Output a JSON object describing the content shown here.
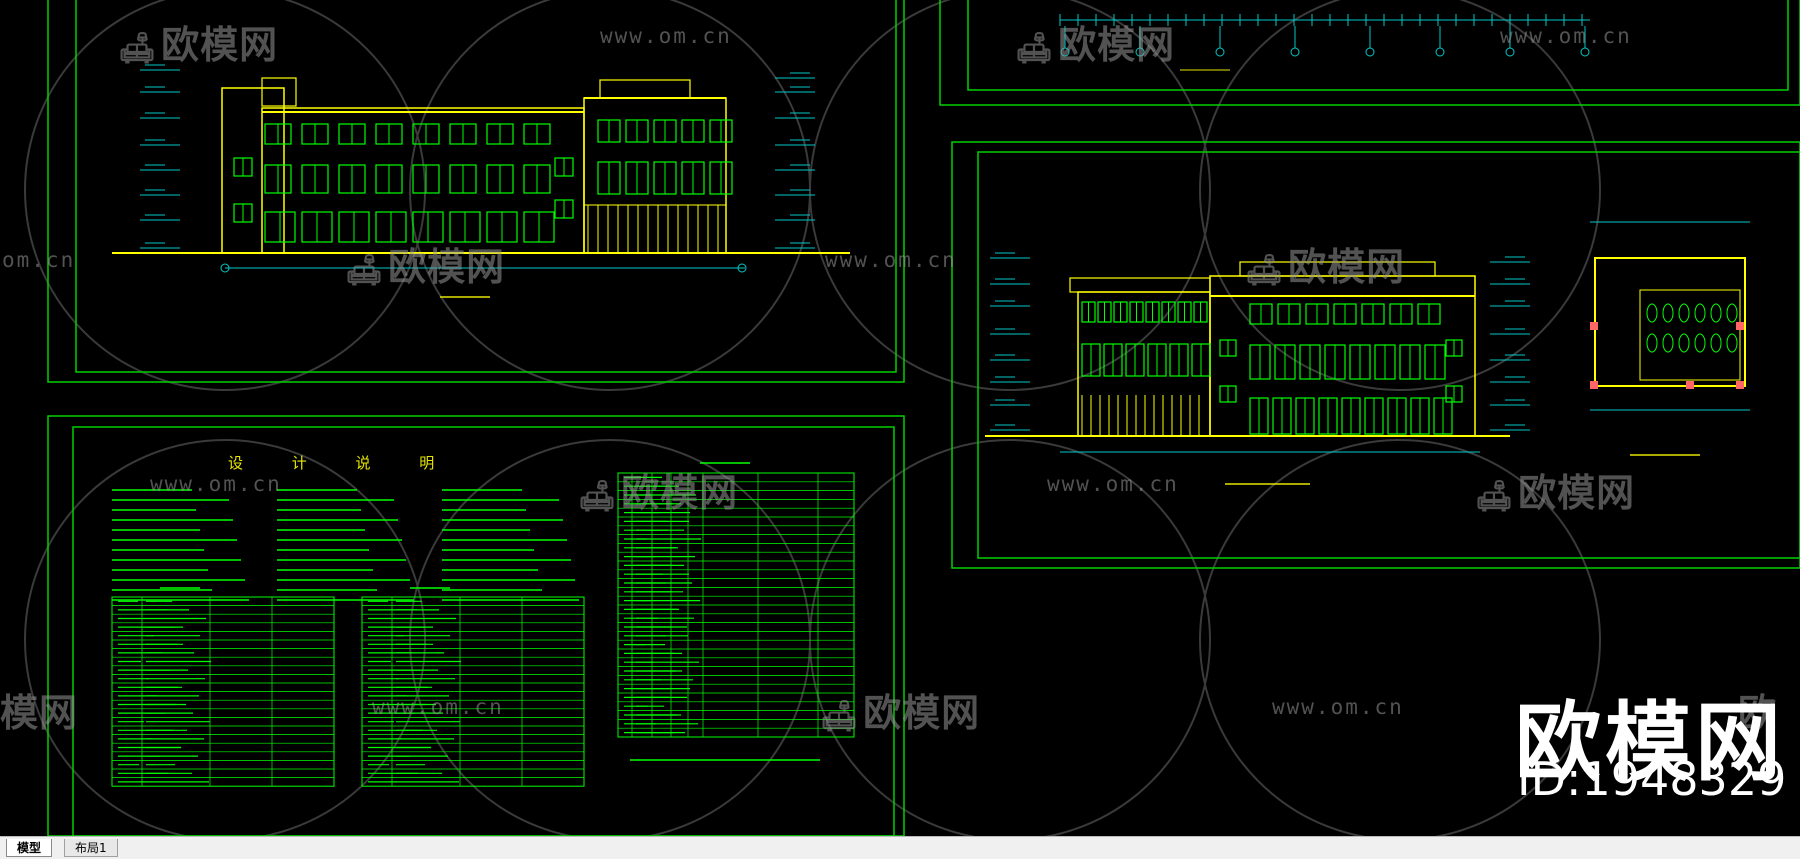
{
  "app": {
    "name": "AutoCAD drawing viewer"
  },
  "colors": {
    "background": "#000000",
    "frame": "#00d000",
    "building": "#ffff00",
    "window": "#00ff00",
    "dimension": "#00c8c8",
    "text": "#e6e600",
    "watermark": "#8c8c8c"
  },
  "drawing": {
    "notes_title": "设 计 说 明"
  },
  "watermark": {
    "logo_text": "欧模网",
    "url_text": "www.om.cn",
    "url_partial_left": "om.cn",
    "logo_partial_left": "模网",
    "logo_partial_right": "欧"
  },
  "brand": {
    "name": "欧模网",
    "id": "ID:1948329"
  },
  "tabs": [
    {
      "label": "模型",
      "active": true
    },
    {
      "label": "布局1",
      "active": false
    }
  ]
}
